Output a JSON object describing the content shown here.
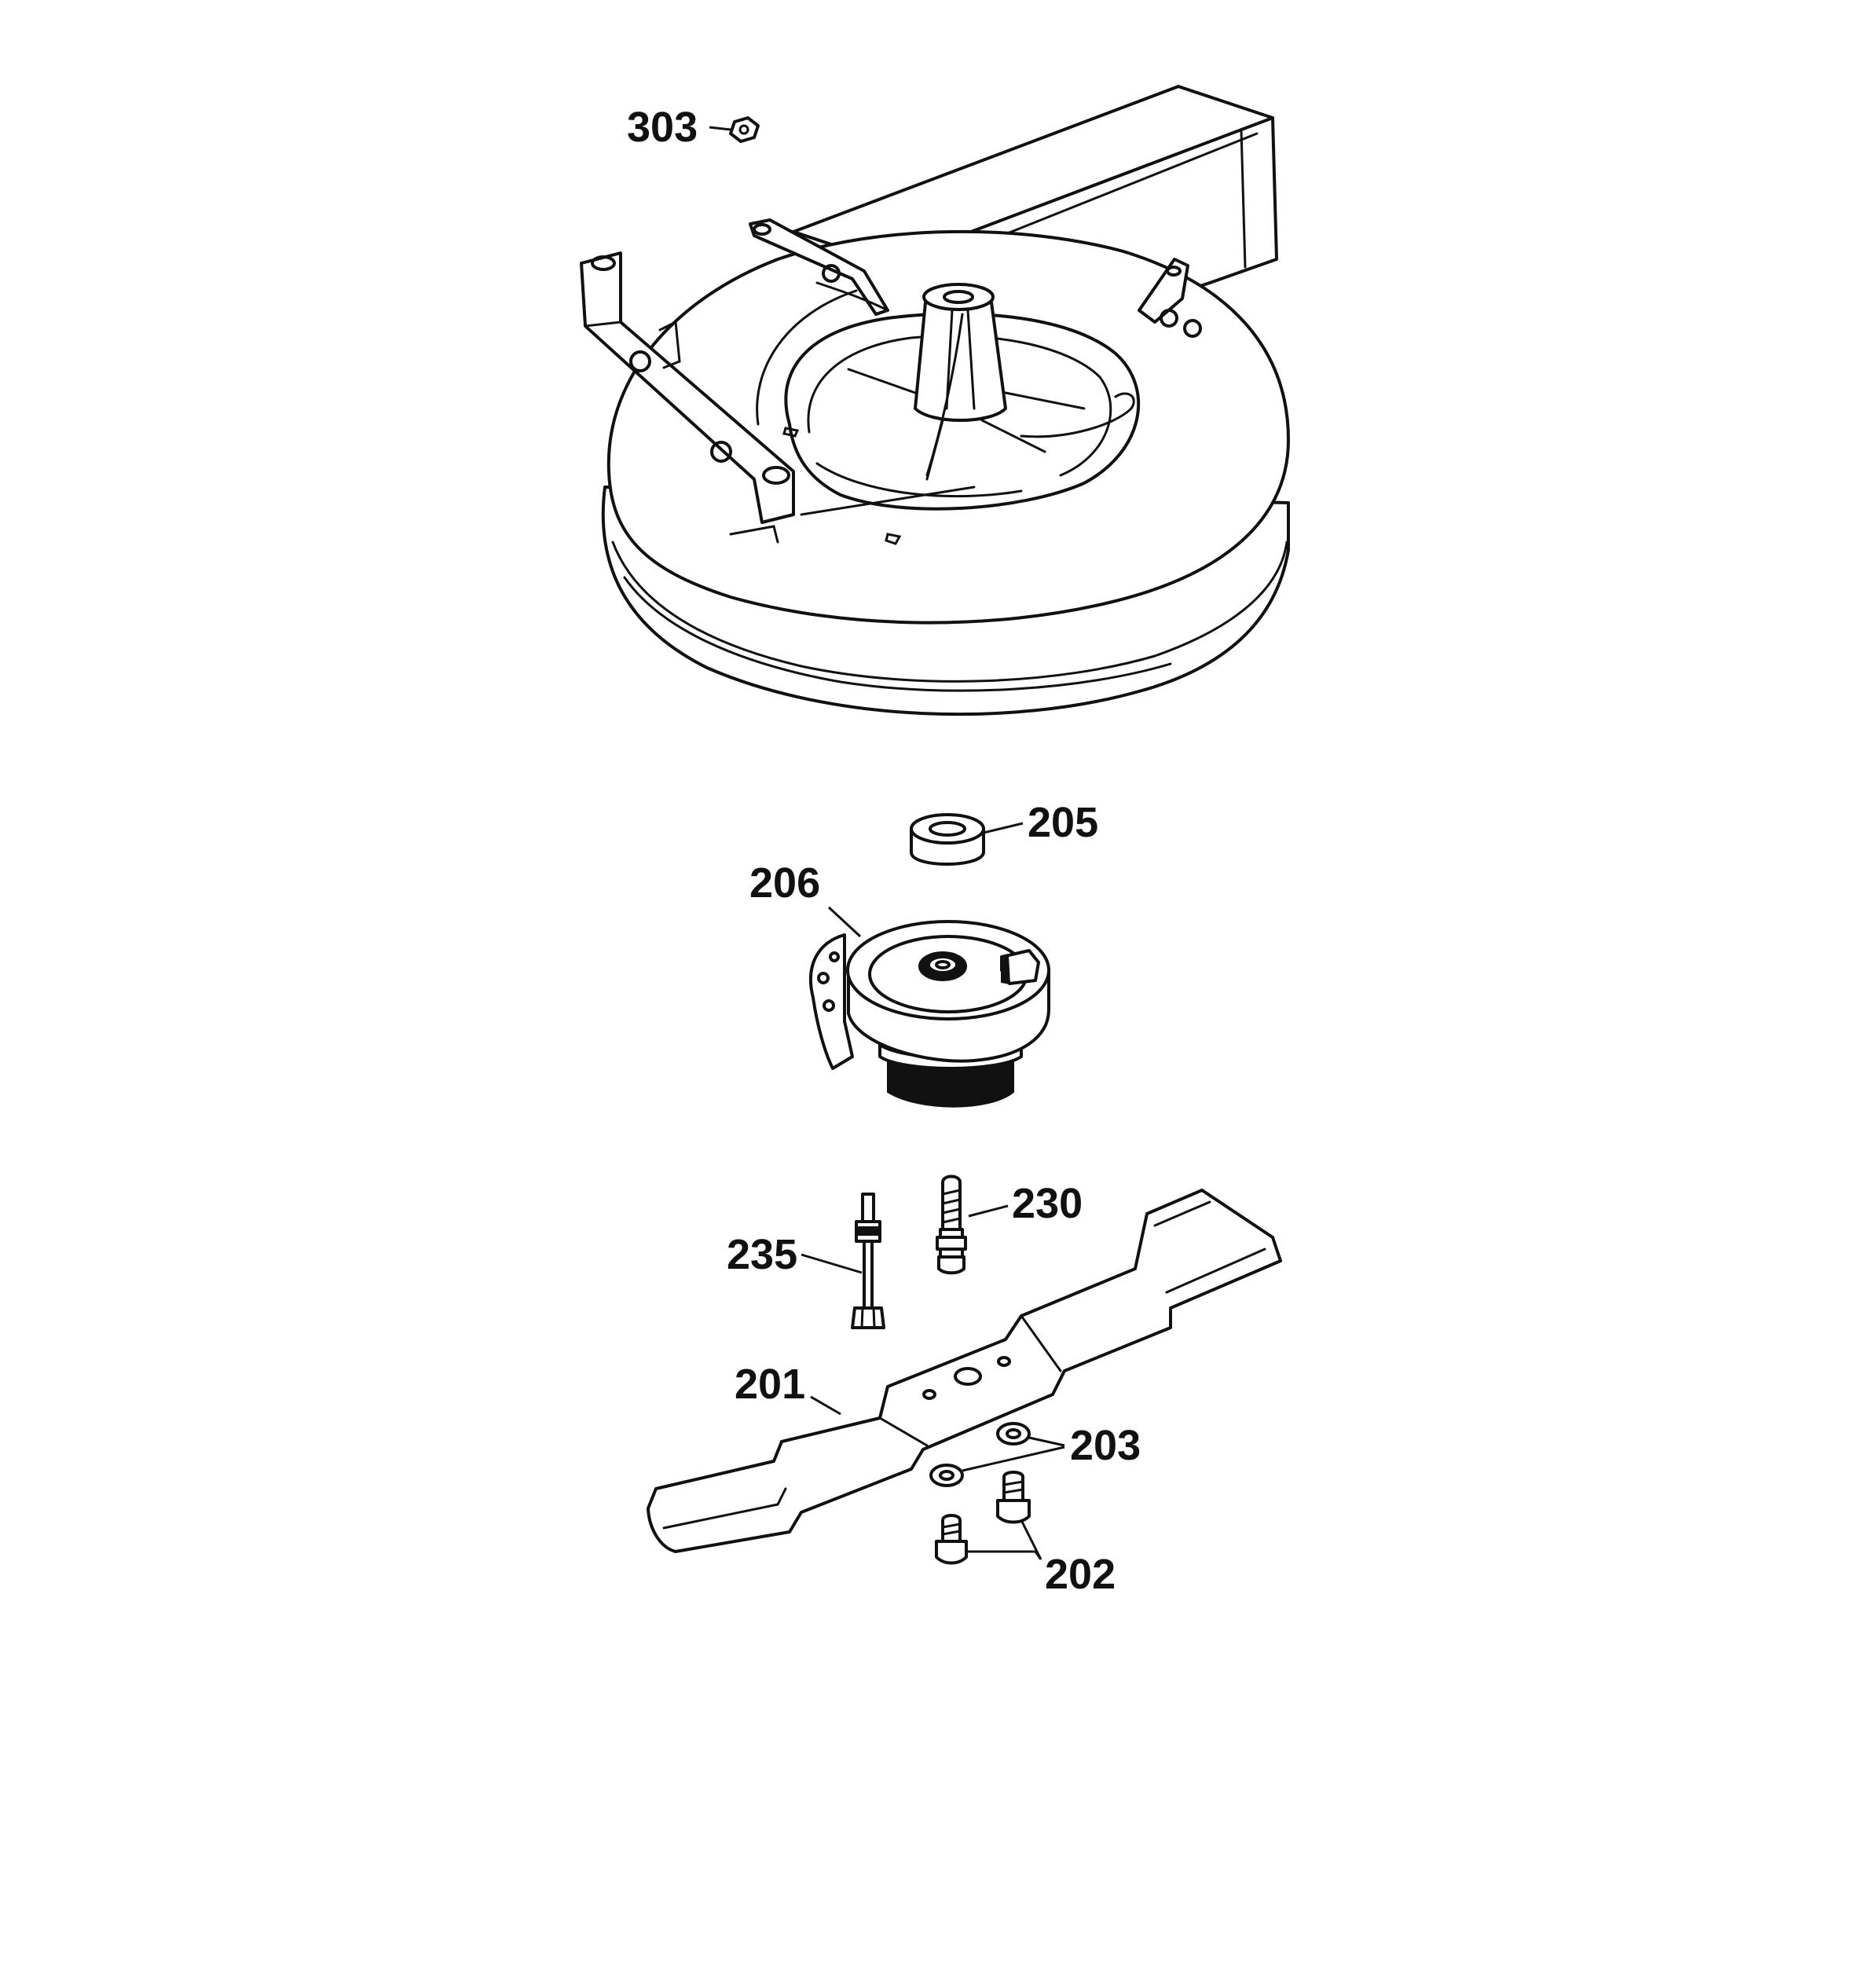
{
  "colors": {
    "line": "#111111",
    "background": "#ffffff"
  },
  "parts": {
    "p303": "303",
    "p205": "205",
    "p206": "206",
    "p230": "230",
    "p235": "235",
    "p201": "201",
    "p203": "203",
    "p202": "202"
  }
}
